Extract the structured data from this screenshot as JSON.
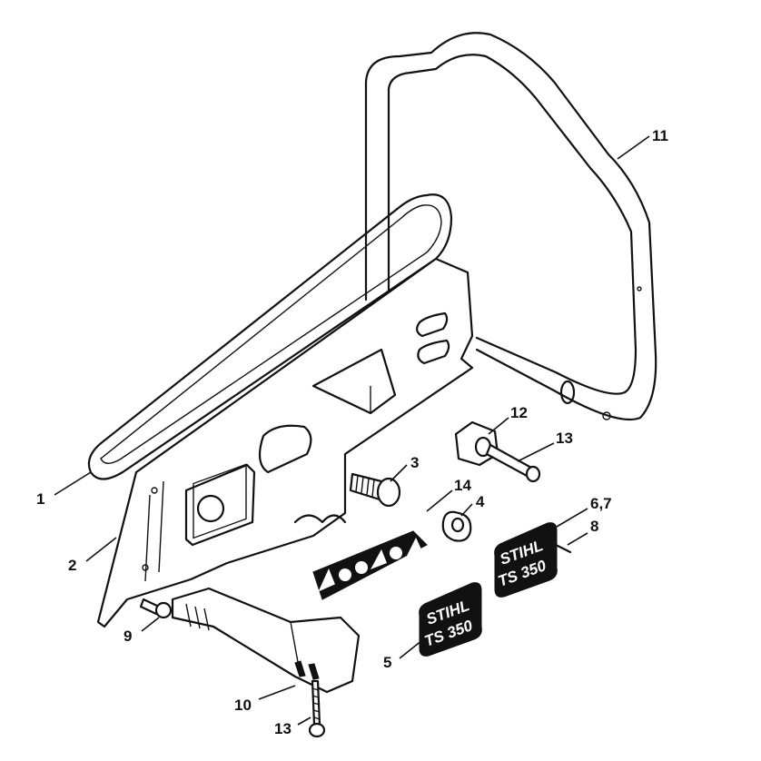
{
  "callouts": {
    "c1": "1",
    "c2": "2",
    "c3": "3",
    "c4": "4",
    "c5": "5",
    "c67": "6,7",
    "c8": "8",
    "c9": "9",
    "c10": "10",
    "c11": "11",
    "c12": "12",
    "c13a": "13",
    "c13b": "13",
    "c14": "14"
  },
  "decals": {
    "left": {
      "line1": "STIHL",
      "line2": "TS 350"
    },
    "right": {
      "line1": "STIHL",
      "line2": "TS 350"
    }
  }
}
